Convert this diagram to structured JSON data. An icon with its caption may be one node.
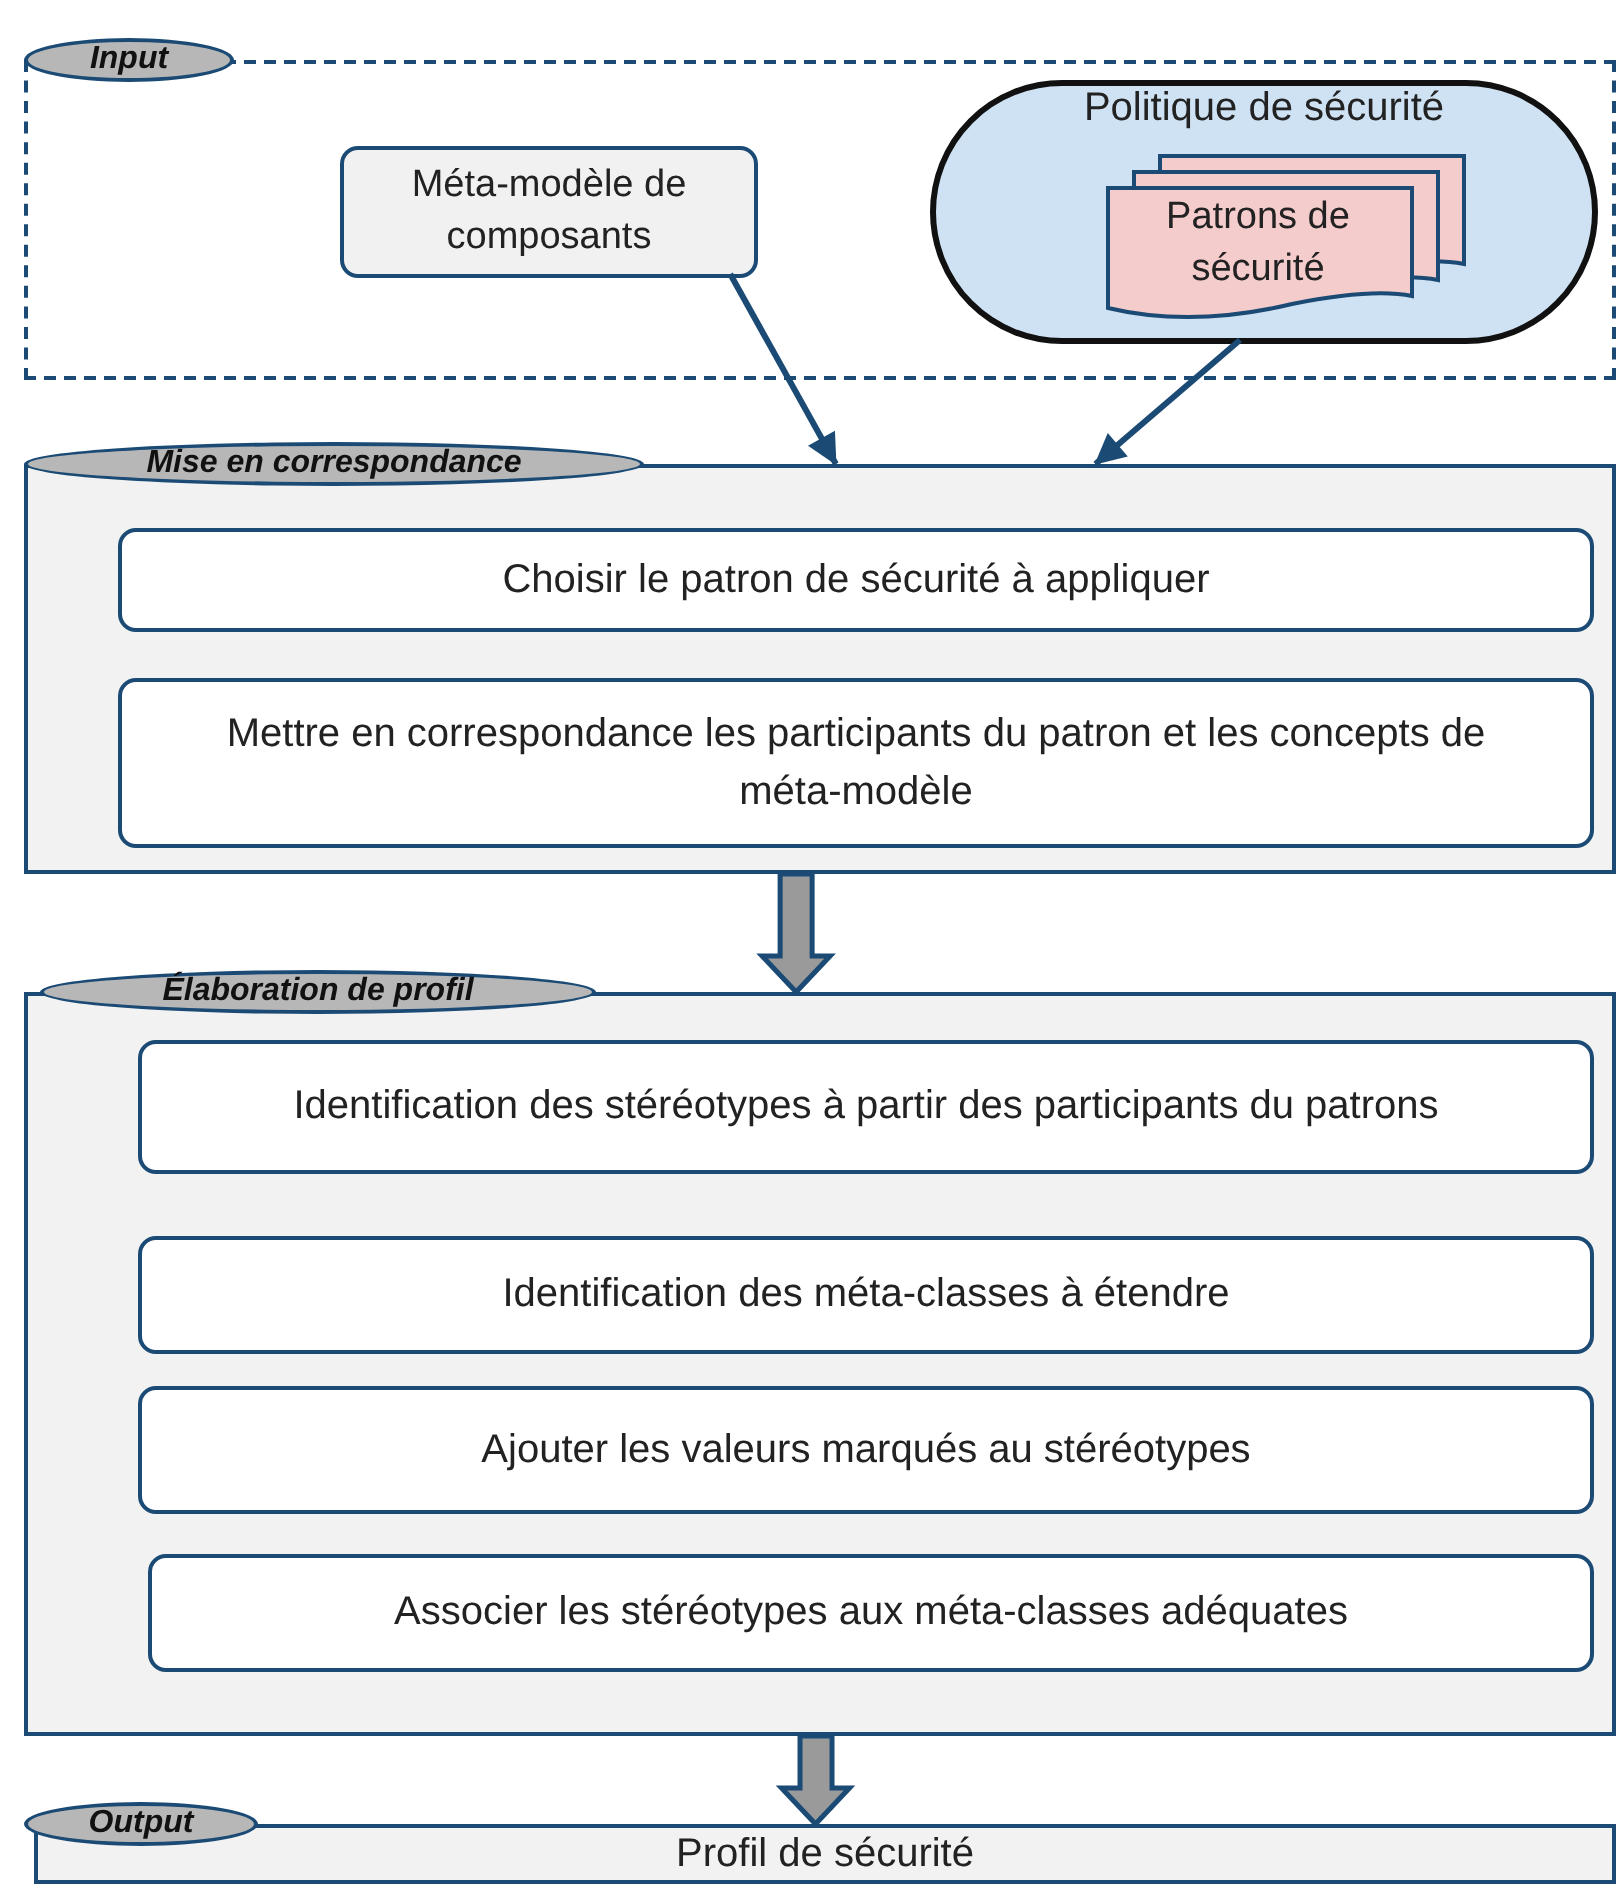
{
  "diagram": {
    "nodes": [
      {
        "text": [
          "Input"
        ]
      },
      {
        "text": [
          "Méta-modèle de composants"
        ],
        "in": 0
      },
      {
        "text": [
          "Politique de sécurité"
        ],
        "in": 0
      },
      {
        "text": [
          "Patrons de sécurité"
        ],
        "in": 2
      },
      {
        "text": [
          "Mise en correspondance"
        ]
      },
      {
        "text": [
          "Choisir le patron de sécurité à appliquer"
        ],
        "in": 4
      },
      {
        "text": [
          "Mettre en correspondance les participants du patron et les concepts de méta-modèle"
        ],
        "in": 4
      },
      {
        "text": [
          "Élaboration de profil"
        ]
      },
      {
        "text": [
          "Identification des stéréotypes à partir des participants du patrons"
        ],
        "in": 7
      },
      {
        "text": [
          "Identification des méta-classes à étendre"
        ],
        "in": 7
      },
      {
        "text": [
          "Ajouter les valeurs marqués au stéréotypes"
        ],
        "in": 7
      },
      {
        "text": [
          "Associer les stéréotypes aux méta-classes adéquates"
        ],
        "in": 7
      },
      {
        "text": [
          "Output",
          "Profil de sécurité"
        ]
      }
    ],
    "edges": [
      {
        "from": 1,
        "to": 4,
        "arrow": "to"
      },
      {
        "from": 2,
        "to": 4,
        "arrow": "to"
      },
      {
        "from": 4,
        "to": 7,
        "arrow": "to",
        "style": "thick",
        "color": "#9a9a9a"
      },
      {
        "from": 7,
        "to": 12,
        "arrow": "to",
        "style": "thick",
        "color": "#9a9a9a"
      }
    ]
  }
}
